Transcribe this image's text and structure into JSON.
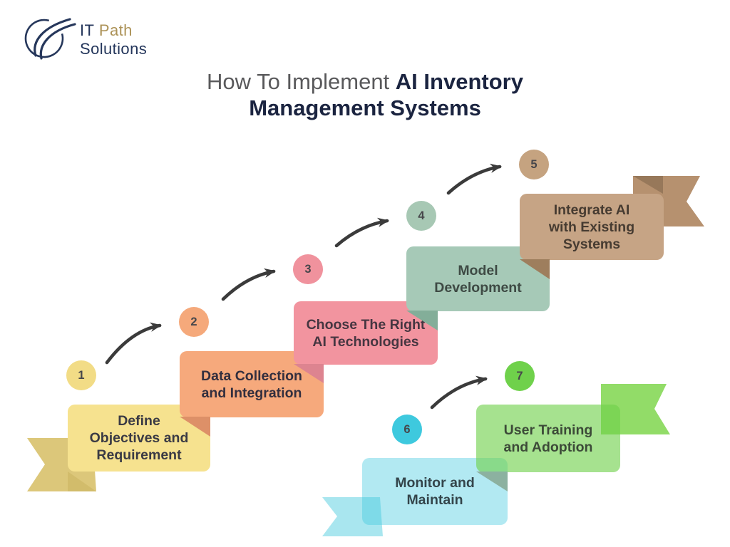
{
  "logo": {
    "brand_it": "IT",
    "brand_path": "Path",
    "brand_solutions": "Solutions",
    "swoosh_color": "#26375B",
    "gold_color": "#AC9257"
  },
  "title": {
    "regular": "How To Implement ",
    "bold": "AI Inventory Management Systems",
    "regular_color": "#59595B",
    "bold_color": "#1B2440"
  },
  "steps": [
    {
      "number": "1",
      "label": "Define\nObjectives and\nRequirement",
      "box_color": "#F6E28F",
      "circle_color": "#F2DC86",
      "ribbon_color": "#DCC77A",
      "fold_color": "#D2BC6B",
      "ribbon_side": "left"
    },
    {
      "number": "2",
      "label": "Data Collection\nand Integration",
      "box_color": "#F6A97C",
      "circle_color": "#F5A97B",
      "fold_color": "#DD9068"
    },
    {
      "number": "3",
      "label": "Choose The Right\nAI Technologies",
      "box_color": "#F2949F",
      "circle_color": "#F0929D",
      "fold_color": "#DD8490"
    },
    {
      "number": "4",
      "label": "Model\nDevelopment",
      "box_color": "#A6C9B7",
      "circle_color": "#A7C8B4",
      "fold_color": "#83AE99"
    },
    {
      "number": "5",
      "label": "Integrate AI\nwith Existing\nSystems",
      "box_color": "#C6A485",
      "circle_color": "#C5A380",
      "ribbon_color": "#B6916F",
      "fold_color": "#9E7E5D",
      "ribbon_side": "right"
    },
    {
      "number": "6",
      "label": "Monitor and\nMaintain",
      "box_color": "#B6E9F1",
      "circle_color": "#3EC9DE",
      "ribbon_color": "#A9E6EF",
      "ribbon_side": "left"
    },
    {
      "number": "7",
      "label": "User Training\nand Adoption",
      "box_color": "#A6E390",
      "circle_color": "#6FD14B",
      "ribbon_color": "#92DC68",
      "fold_color": "#8CB1A0",
      "ribbon_side": "right"
    }
  ],
  "arrow_color": "#3B3B3B",
  "background_color": "#FFFFFF"
}
